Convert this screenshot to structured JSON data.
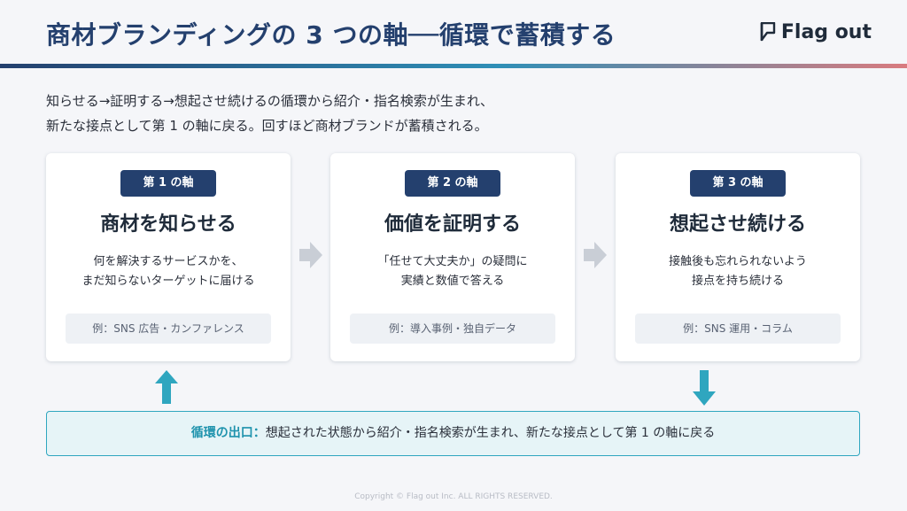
{
  "header": {
    "title": "商材ブランディングの 3 つの軸──循環で蓄積する",
    "logo_text": "Flag out"
  },
  "intro": {
    "line1": "知らせる→証明する→想起させ続けるの循環から紹介・指名検索が生まれ、",
    "line2": "新たな接点として第 1 の軸に戻る。回すほど商材ブランドが蓄積される。"
  },
  "cards": [
    {
      "badge": "第 1 の軸",
      "title": "商材を知らせる",
      "desc1": "何を解決するサービスかを、",
      "desc2": "まだ知らないターゲットに届ける",
      "example": "例：SNS 広告・カンファレンス"
    },
    {
      "badge": "第 2 の軸",
      "title": "価値を証明する",
      "desc1": "「任せて大丈夫か」の疑問に",
      "desc2": "実績と数値で答える",
      "example": "例：導入事例・独自データ"
    },
    {
      "badge": "第 3 の軸",
      "title": "想起させ続ける",
      "desc1": "接触後も忘れられないよう",
      "desc2": "接点を持ち続ける",
      "example": "例：SNS 運用・コラム"
    }
  ],
  "exit": {
    "label": "循環の出口：",
    "text": "想起された状態から紹介・指名検索が生まれ、新たな接点として第 1 の軸に戻る"
  },
  "footer": "Copyright © Flag out Inc. ALL RIGHTS RESERVED.",
  "icons": {
    "logo": "flag-icon",
    "flow_right": "chevron-right-icon",
    "return_up": "arrow-up-icon",
    "exit_down": "arrow-down-icon"
  },
  "colors": {
    "primary": "#24406e",
    "accent": "#2fa6bf",
    "arrow": "#2fa6bf",
    "chevron": "#c9ced6",
    "gradient_end": "#d97b7f"
  }
}
